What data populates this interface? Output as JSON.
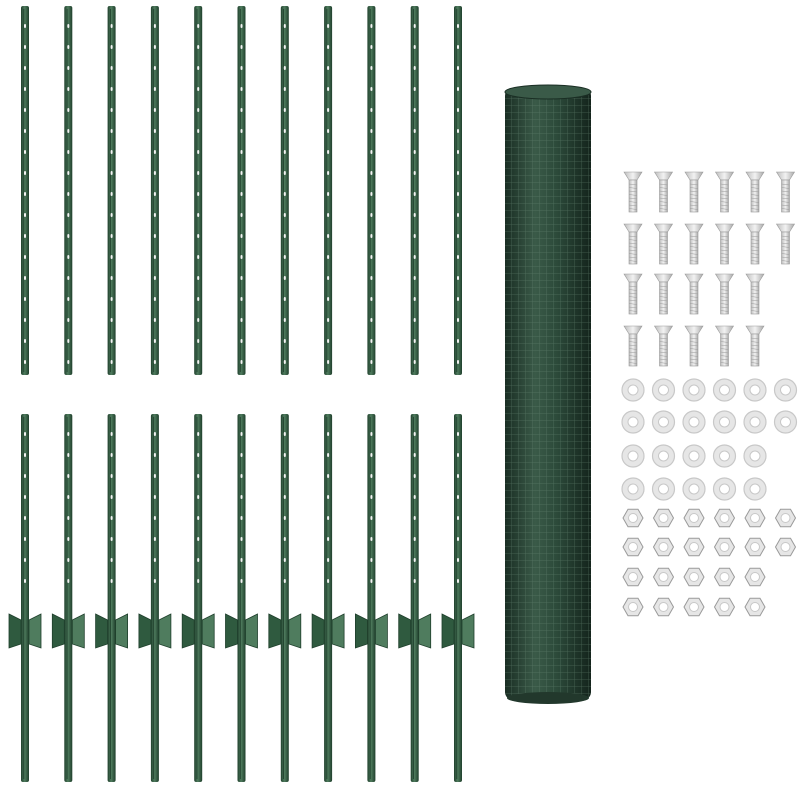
{
  "scene": {
    "description_name": "fence-kit-product-photo"
  },
  "colors": {
    "post_green": "#2f5a3f",
    "post_dark": "#1f3f2c",
    "post_light": "#4f7c5e",
    "mesh_green": "#2c4a3a",
    "mesh_dark": "#1a2e24",
    "hardware_light": "#e6e6e6",
    "hardware_mid": "#c8c8c8",
    "hardware_dark": "#9a9a9a",
    "hole_white": "#f4f4f4"
  },
  "inventory": {
    "short_posts": 11,
    "anchored_posts": 11,
    "mesh_rolls": 1,
    "bolt_rows": [
      6,
      6,
      5,
      5
    ],
    "washer_rows": [
      6,
      6,
      5,
      5
    ],
    "nut_rows": [
      6,
      6,
      5,
      5
    ]
  },
  "icons": {
    "post": "t-post-icon",
    "mesh": "wire-mesh-roll-icon",
    "bolt": "bolt-icon",
    "washer": "washer-icon",
    "nut": "hex-nut-icon"
  }
}
